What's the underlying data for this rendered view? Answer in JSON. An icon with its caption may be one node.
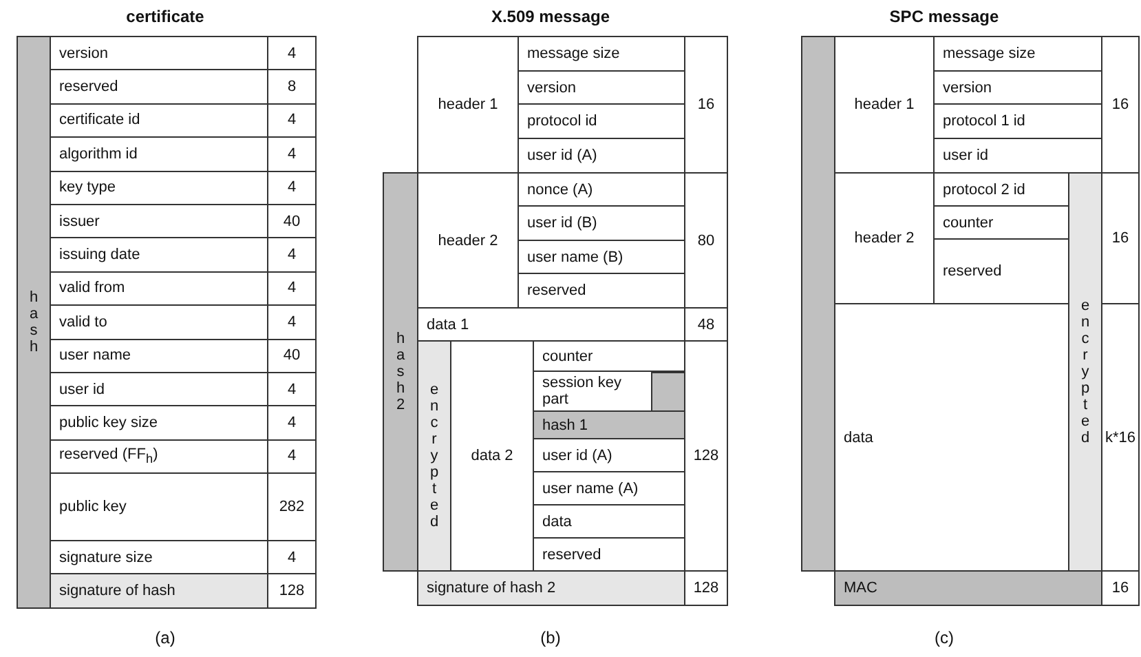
{
  "diagram": {
    "nodes": [
      {
        "text": [
          "hash"
        ]
      },
      {
        "text": [
          "version"
        ]
      },
      {
        "text": [
          "4"
        ]
      },
      {
        "text": [
          "reserved"
        ]
      },
      {
        "text": [
          "8"
        ]
      },
      {
        "text": [
          "certificate id"
        ]
      },
      {
        "text": [
          "4"
        ]
      },
      {
        "text": [
          "algorithm id"
        ]
      },
      {
        "text": [
          "4"
        ]
      },
      {
        "text": [
          "key type"
        ]
      },
      {
        "text": [
          "4"
        ]
      },
      {
        "text": [
          "issuer"
        ]
      },
      {
        "text": [
          "40"
        ]
      },
      {
        "text": [
          "issuing date"
        ]
      },
      {
        "text": [
          "4"
        ]
      },
      {
        "text": [
          "valid from"
        ]
      },
      {
        "text": [
          "4"
        ]
      },
      {
        "text": [
          "valid to"
        ]
      },
      {
        "text": [
          "4"
        ]
      },
      {
        "text": [
          "user name"
        ]
      },
      {
        "text": [
          "40"
        ]
      },
      {
        "text": [
          "user id"
        ]
      },
      {
        "text": [
          "4"
        ]
      },
      {
        "text": [
          "public key size"
        ]
      },
      {
        "text": [
          "4"
        ]
      },
      {
        "text": [
          "reserved (FF$_{h}$)"
        ]
      },
      {
        "text": [
          "4"
        ]
      },
      {
        "text": [
          "public key"
        ]
      },
      {
        "text": [
          "282"
        ]
      },
      {
        "text": [
          "signature size"
        ]
      },
      {
        "text": [
          "4"
        ]
      },
      {
        "text": [
          "signature of hash"
        ]
      },
      {
        "text": [
          "128"
        ]
      },
      {
        "text": [
          "hash 2"
        ]
      },
      {
        "text": [
          "header 1"
        ]
      },
      {
        "text": [
          "message size"
        ]
      },
      {
        "text": [
          "version"
        ]
      },
      {
        "text": [
          "protocol id"
        ]
      },
      {
        "text": [
          "user id (A)"
        ]
      },
      {
        "text": [
          "16"
        ]
      },
      {
        "text": [
          "header 2"
        ]
      },
      {
        "text": [
          "nonce (A)"
        ]
      },
      {
        "text": [
          "user id (B)"
        ]
      },
      {
        "text": [
          "user name (B)"
        ]
      },
      {
        "text": [
          "reserved"
        ]
      },
      {
        "text": [
          "80"
        ]
      },
      {
        "text": [
          "data 1"
        ]
      },
      {
        "text": [
          "48"
        ]
      },
      {
        "text": [
          "encrypted"
        ]
      },
      {
        "text": [
          "data 2"
        ]
      },
      {
        "text": [
          "counter"
        ]
      },
      {
        "text": [
          "session key part"
        ]
      },
      {
        "text": [],
        "shape": "box",
        "in": 51
      },
      {
        "text": [
          "hash 1"
        ]
      },
      {
        "text": [
          "user id (A)"
        ]
      },
      {
        "text": [
          "user name (A)"
        ]
      },
      {
        "text": [
          "data"
        ]
      },
      {
        "text": [
          "reserved"
        ]
      },
      {
        "text": [
          "128"
        ]
      },
      {
        "text": [
          "signature of hash 2"
        ]
      },
      {
        "text": [
          "128"
        ]
      },
      {
        "text": [],
        "shape": "box"
      },
      {
        "text": [
          "header 1"
        ]
      },
      {
        "text": [
          "message size"
        ]
      },
      {
        "text": [
          "version"
        ]
      },
      {
        "text": [
          "protocol 1 id"
        ]
      },
      {
        "text": [
          "user id"
        ]
      },
      {
        "text": [
          "16"
        ]
      },
      {
        "text": [
          "header 2"
        ]
      },
      {
        "text": [
          "protocol 2 id"
        ]
      },
      {
        "text": [
          "counter"
        ]
      },
      {
        "text": [
          "reserved"
        ]
      },
      {
        "text": [
          "encrypted"
        ]
      },
      {
        "text": [
          "16"
        ]
      },
      {
        "text": [
          "data"
        ]
      },
      {
        "text": [
          "k*16"
        ]
      },
      {
        "text": [
          "MAC"
        ]
      },
      {
        "text": [
          "16"
        ]
      }
    ],
    "labels": [
      "certificate",
      "X.509 message",
      "SPC message",
      "(a)",
      "(b)",
      "(c)"
    ]
  }
}
